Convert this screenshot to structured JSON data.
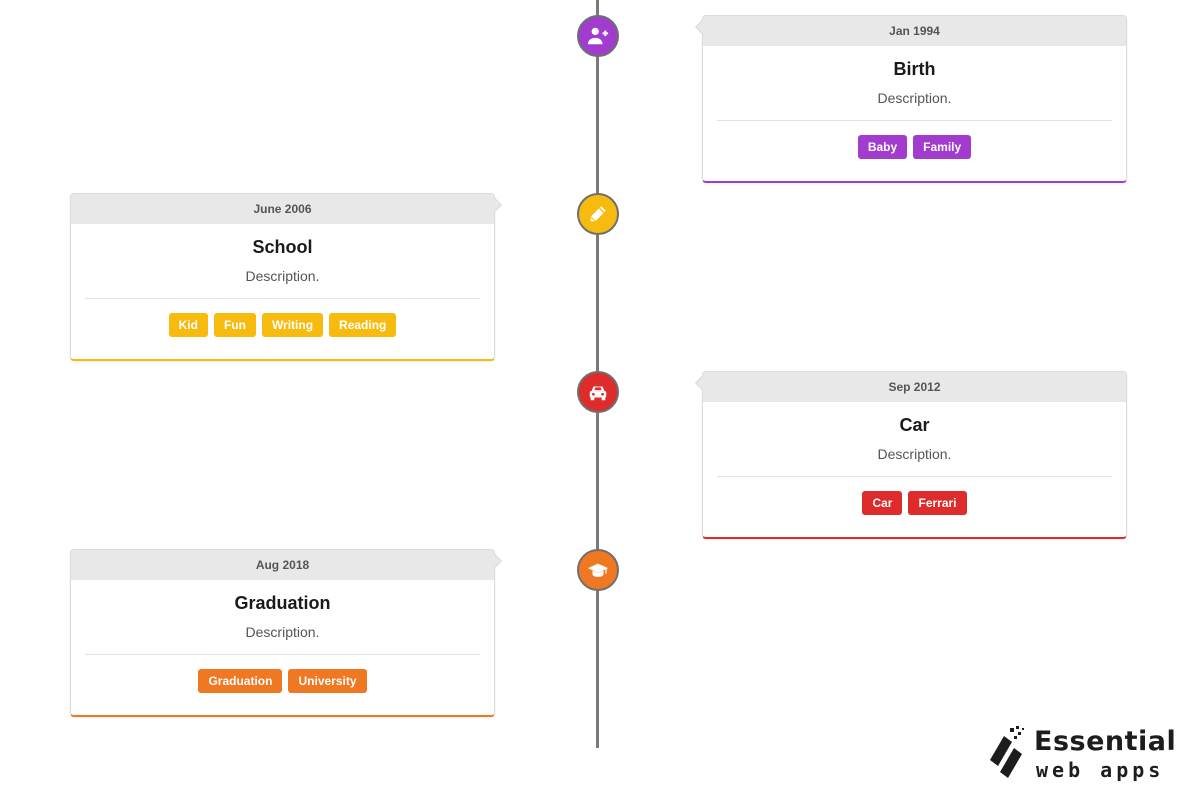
{
  "colors": {
    "purple": "#a23ccf",
    "yellow": "#f7bb0f",
    "red": "#de2b2b",
    "orange": "#f07823",
    "line": "#7a7a7a"
  },
  "events": [
    {
      "side": "right",
      "date": "Jan 1994",
      "title": "Birth",
      "description": "Description.",
      "icon": "user-plus-icon",
      "color": "#a23ccf",
      "tags": [
        "Baby",
        "Family"
      ]
    },
    {
      "side": "left",
      "date": "June 2006",
      "title": "School",
      "description": "Description.",
      "icon": "pencil-icon",
      "color": "#f7bb0f",
      "tags": [
        "Kid",
        "Fun",
        "Writing",
        "Reading"
      ]
    },
    {
      "side": "right",
      "date": "Sep 2012",
      "title": "Car",
      "description": "Description.",
      "icon": "car-icon",
      "color": "#de2b2b",
      "tags": [
        "Car",
        "Ferrari"
      ]
    },
    {
      "side": "left",
      "date": "Aug 2018",
      "title": "Graduation",
      "description": "Description.",
      "icon": "graduation-cap-icon",
      "color": "#f07823",
      "tags": [
        "Graduation",
        "University"
      ]
    }
  ],
  "logo": {
    "line1": "Essential",
    "line2": "web apps"
  }
}
